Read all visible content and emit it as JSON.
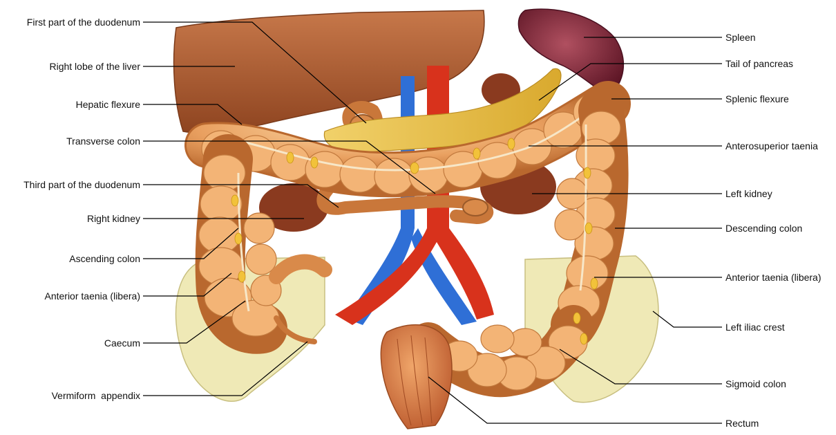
{
  "labels_left": [
    {
      "id": "first-duodenum",
      "text": "First part of the duodenum"
    },
    {
      "id": "right-lobe-liver",
      "text": "Right lobe of the liver"
    },
    {
      "id": "hepatic-flexure",
      "text": "Hepatic flexure"
    },
    {
      "id": "transverse-colon",
      "text": "Transverse colon"
    },
    {
      "id": "third-duodenum",
      "text": "Third part of the duodenum"
    },
    {
      "id": "right-kidney",
      "text": "Right kidney"
    },
    {
      "id": "ascending-colon",
      "text": "Ascending colon"
    },
    {
      "id": "anterior-taenia-left",
      "text": "Anterior taenia (libera)"
    },
    {
      "id": "caecum",
      "text": "Caecum"
    },
    {
      "id": "vermiform-appendix",
      "text": "Vermiform  appendix"
    }
  ],
  "labels_right": [
    {
      "id": "spleen",
      "text": "Spleen"
    },
    {
      "id": "tail-pancreas",
      "text": "Tail of pancreas"
    },
    {
      "id": "splenic-flexure",
      "text": "Splenic flexure"
    },
    {
      "id": "anterosuperior-taenia",
      "text": "Anterosuperior taenia"
    },
    {
      "id": "left-kidney",
      "text": "Left kidney"
    },
    {
      "id": "descending-colon",
      "text": "Descending colon"
    },
    {
      "id": "anterior-taenia-right",
      "text": "Anterior taenia (libera)"
    },
    {
      "id": "left-iliac-crest",
      "text": "Left iliac crest"
    },
    {
      "id": "sigmoid-colon",
      "text": "Sigmoid colon"
    },
    {
      "id": "rectum",
      "text": "Rectum"
    }
  ],
  "colors": {
    "colon": "#e9a060",
    "colon_dark": "#c9773a",
    "liver": "#a55a2e",
    "spleen": "#7a2433",
    "pancreas": "#e8c04a",
    "kidney": "#8a3a1f",
    "artery": "#d8321c",
    "vein": "#2f6fd6",
    "bone": "#efe9b6",
    "leader": "#000000"
  }
}
